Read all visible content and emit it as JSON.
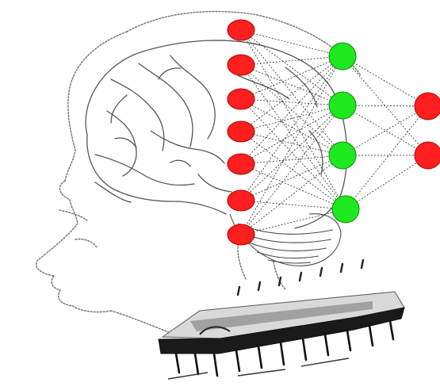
{
  "illustration": {
    "subject": "brain-neural-network-microchip",
    "colors": {
      "background": "#ffffff",
      "line_art": "#6f6f6f",
      "connections": "#2a2a2a",
      "input_nodes": "#ff1f1f",
      "hidden_nodes": "#1ee81e",
      "output_nodes": "#ff1f1f",
      "chip_body": "#9a9a9a",
      "chip_top": "#d9d9d9",
      "chip_shadow": "#111111"
    },
    "network": {
      "input_count": 7,
      "hidden_count": 4,
      "output_count": 2
    }
  }
}
